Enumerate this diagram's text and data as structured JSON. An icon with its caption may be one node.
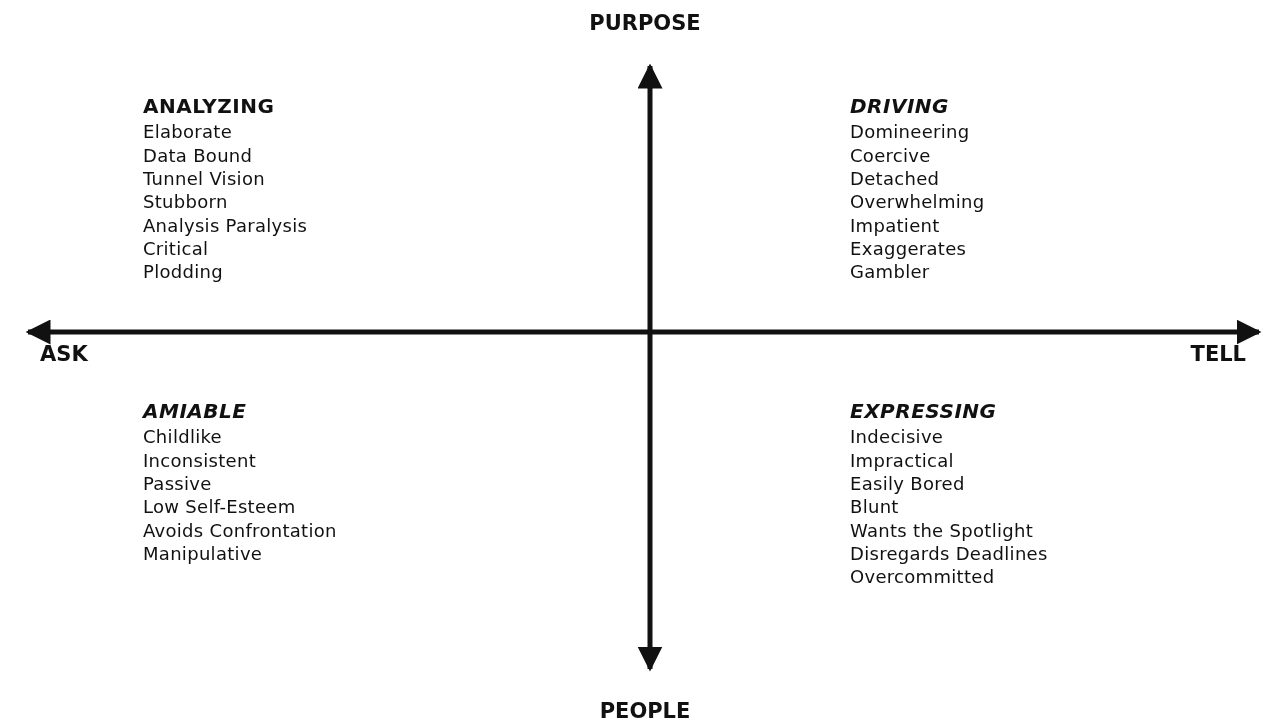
{
  "diagram": {
    "labels": [
      "PURPOSE",
      "ANALYZING",
      "Elaborate",
      "Data Bound",
      "Tunnel Vision",
      "Stubborn",
      "Analysis Paralysis",
      "Critical",
      "Plodding",
      "DRIVING",
      "Domineering",
      "Coercive",
      "Detached",
      "Overwhelming",
      "Impatient",
      "Exaggerates",
      "Gambler",
      "ASK",
      "TELL",
      "AMIABLE",
      "Childlike",
      "Inconsistent",
      "Passive",
      "Low Self-Esteem",
      "Avoids Confrontation",
      "Manipulative",
      "EXPRESSING",
      "Indecisive",
      "Impractical",
      "Easily Bored",
      "Blunt",
      "Wants the Spotlight",
      "Disregards Deadlines",
      "Overcommitted",
      "PEOPLE"
    ]
  }
}
